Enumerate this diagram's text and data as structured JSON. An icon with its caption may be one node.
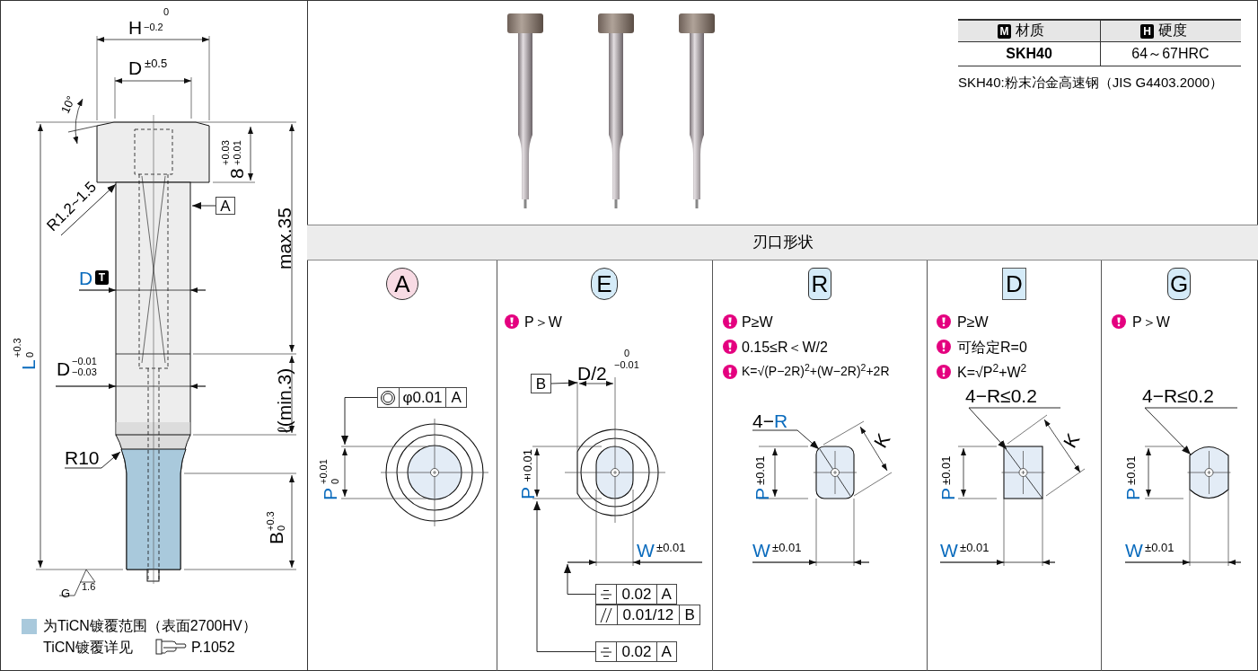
{
  "diagram": {
    "nodes": [
      {
        "text": [
          "刃口形状"
        ]
      },
      {
        "text": [
          "A"
        ]
      },
      {
        "text": [
          "E"
        ]
      },
      {
        "text": [
          "R"
        ]
      },
      {
        "text": [
          "D"
        ]
      },
      {
        "text": [
          "G"
        ]
      },
      {
        "text": [
          "A"
        ]
      },
      {
        "text": [
          "R1.2~1.5"
        ]
      },
      {
        "text": [
          "R10"
        ]
      },
      {
        "text": [
          "φ0.01",
          "A"
        ]
      },
      {
        "text": [
          "B"
        ]
      },
      {
        "text": [
          "0.02",
          "A"
        ]
      },
      {
        "text": [
          "0.01/12",
          "B"
        ]
      },
      {
        "text": [
          "0.02",
          "A"
        ]
      },
      {
        "text": [
          "4−",
          "R"
        ]
      },
      {
        "text": [
          "4−R≤0.2"
        ]
      },
      {
        "text": [
          "4−R≤0.2"
        ]
      },
      {
        "text": [],
        "shape": "box"
      },
      {
        "text": [],
        "shape": "box"
      },
      {
        "text": [],
        "shape": "box"
      },
      {
        "text": [
          "D/2"
        ],
        "beside": [
          "0",
          "−0.01"
        ]
      },
      {
        "text": [
          "P"
        ],
        "beside": [
          "±0.01"
        ]
      }
    ],
    "edges": [
      {
        "from": 6,
        "to": null,
        "arrow": "to"
      },
      {
        "from": 7,
        "to": null,
        "arrow": "to"
      },
      {
        "from": 8,
        "to": null,
        "arrow": "to"
      },
      {
        "from": 9,
        "to": null,
        "arrow": "to"
      },
      {
        "from": 10,
        "to": 20,
        "arrow": "to"
      },
      {
        "from": 11,
        "to": null,
        "arrow": "to"
      },
      {
        "from": 13,
        "to": 21,
        "arrow": "to"
      },
      {
        "from": 14,
        "to": 17,
        "arrow": "to"
      },
      {
        "from": 15,
        "to": 18,
        "arrow": "to"
      },
      {
        "from": 16,
        "to": 19,
        "arrow": "to"
      }
    ],
    "labels": [
      "H",
      "0",
      "−0.2",
      "D",
      "±0.5",
      "10°",
      "8",
      "+0.03",
      "+0.01",
      "max.35",
      "D",
      "T",
      "L",
      "+0.3",
      "0",
      "D",
      "−0.01",
      "−0.03",
      "ℓ(min.3)",
      "B",
      "+0.3",
      "0",
      "1.6",
      "G",
      "TiCN镀覆详见",
      "P.1052",
      "M",
      "材质",
      "H",
      "硬度",
      "SKH40",
      "64～67HRC",
      "SKH40:粉末冶金高速钢（JIS G4403.2000）",
      "P",
      "+0.01",
      "0",
      "P＞W",
      "W",
      "±0.01",
      "P≥W",
      "0.15≤R＜W/2",
      "K=√(P−2R)$^{2}$+(W−2R)$^{2}$+2R",
      "K",
      "P",
      "±0.01",
      "W",
      "±0.01",
      "P≥W",
      "可给定R=0",
      "K=√P$^{2}$+W$^{2}$",
      "K",
      "P",
      "±0.01",
      "W",
      "±0.01",
      "P＞W",
      "P",
      "±0.01",
      "W",
      "±0.01"
    ],
    "legend": [
      {
        "text": "为TiCN镀覆范围（表面2700HV）",
        "color": "#a9c9dc"
      }
    ]
  }
}
